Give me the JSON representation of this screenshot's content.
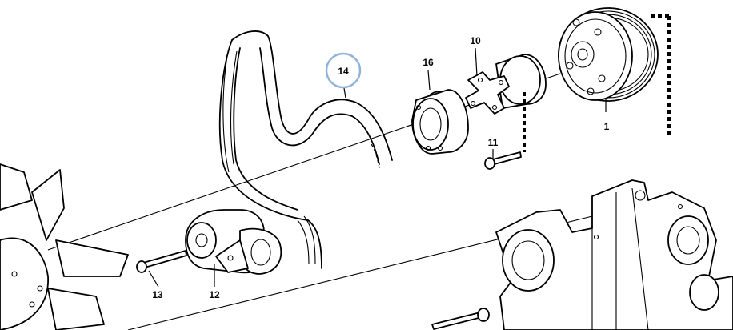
{
  "diagram": {
    "callouts": [
      {
        "id": "1",
        "text": "1"
      },
      {
        "id": "10",
        "text": "10"
      },
      {
        "id": "11",
        "text": "11"
      },
      {
        "id": "12",
        "text": "12"
      },
      {
        "id": "13",
        "text": "13"
      },
      {
        "id": "14",
        "text": "14",
        "highlighted": true
      },
      {
        "id": "16",
        "text": "16"
      }
    ],
    "highlight_color": "#8fb3d9"
  }
}
